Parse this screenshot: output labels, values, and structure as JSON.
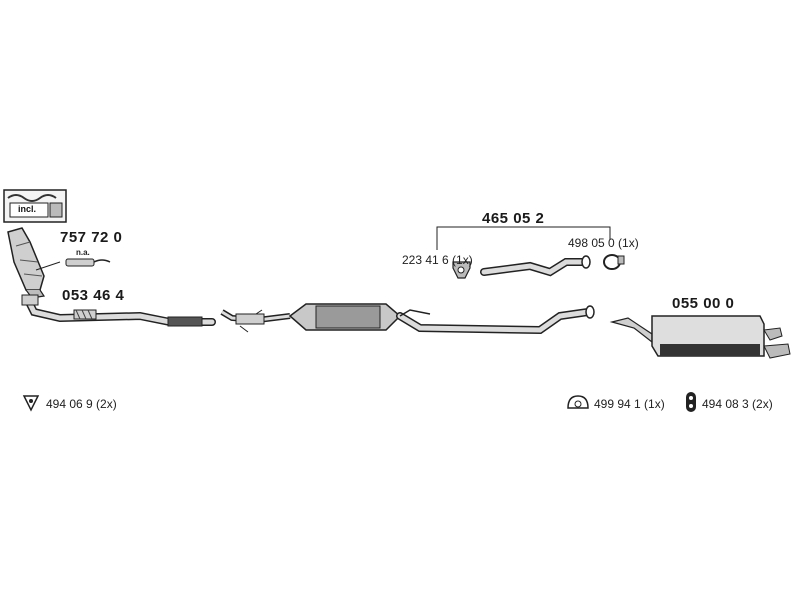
{
  "kit": {
    "incl_label": "incl."
  },
  "parts": {
    "catalytic_converter": {
      "number": "757 72 0",
      "sensor_note": "n.a."
    },
    "front_pipe": {
      "number": "053 46 4"
    },
    "middle_silencer": {
      "number": "465 05 2",
      "hanger": "223 41 6 (1x)",
      "clamp": "498 05 0 (1x)"
    },
    "rear_silencer": {
      "number": "055 00 0"
    }
  },
  "legend": {
    "gasket": "494 06 9 (2x)",
    "rubber_ring": "499 94 1 (1x)",
    "rubber_mount": "494 08 3  (2x)"
  },
  "colors": {
    "line": "#2a2a2a",
    "fill": "#d4d4d4",
    "dark": "#333333"
  }
}
